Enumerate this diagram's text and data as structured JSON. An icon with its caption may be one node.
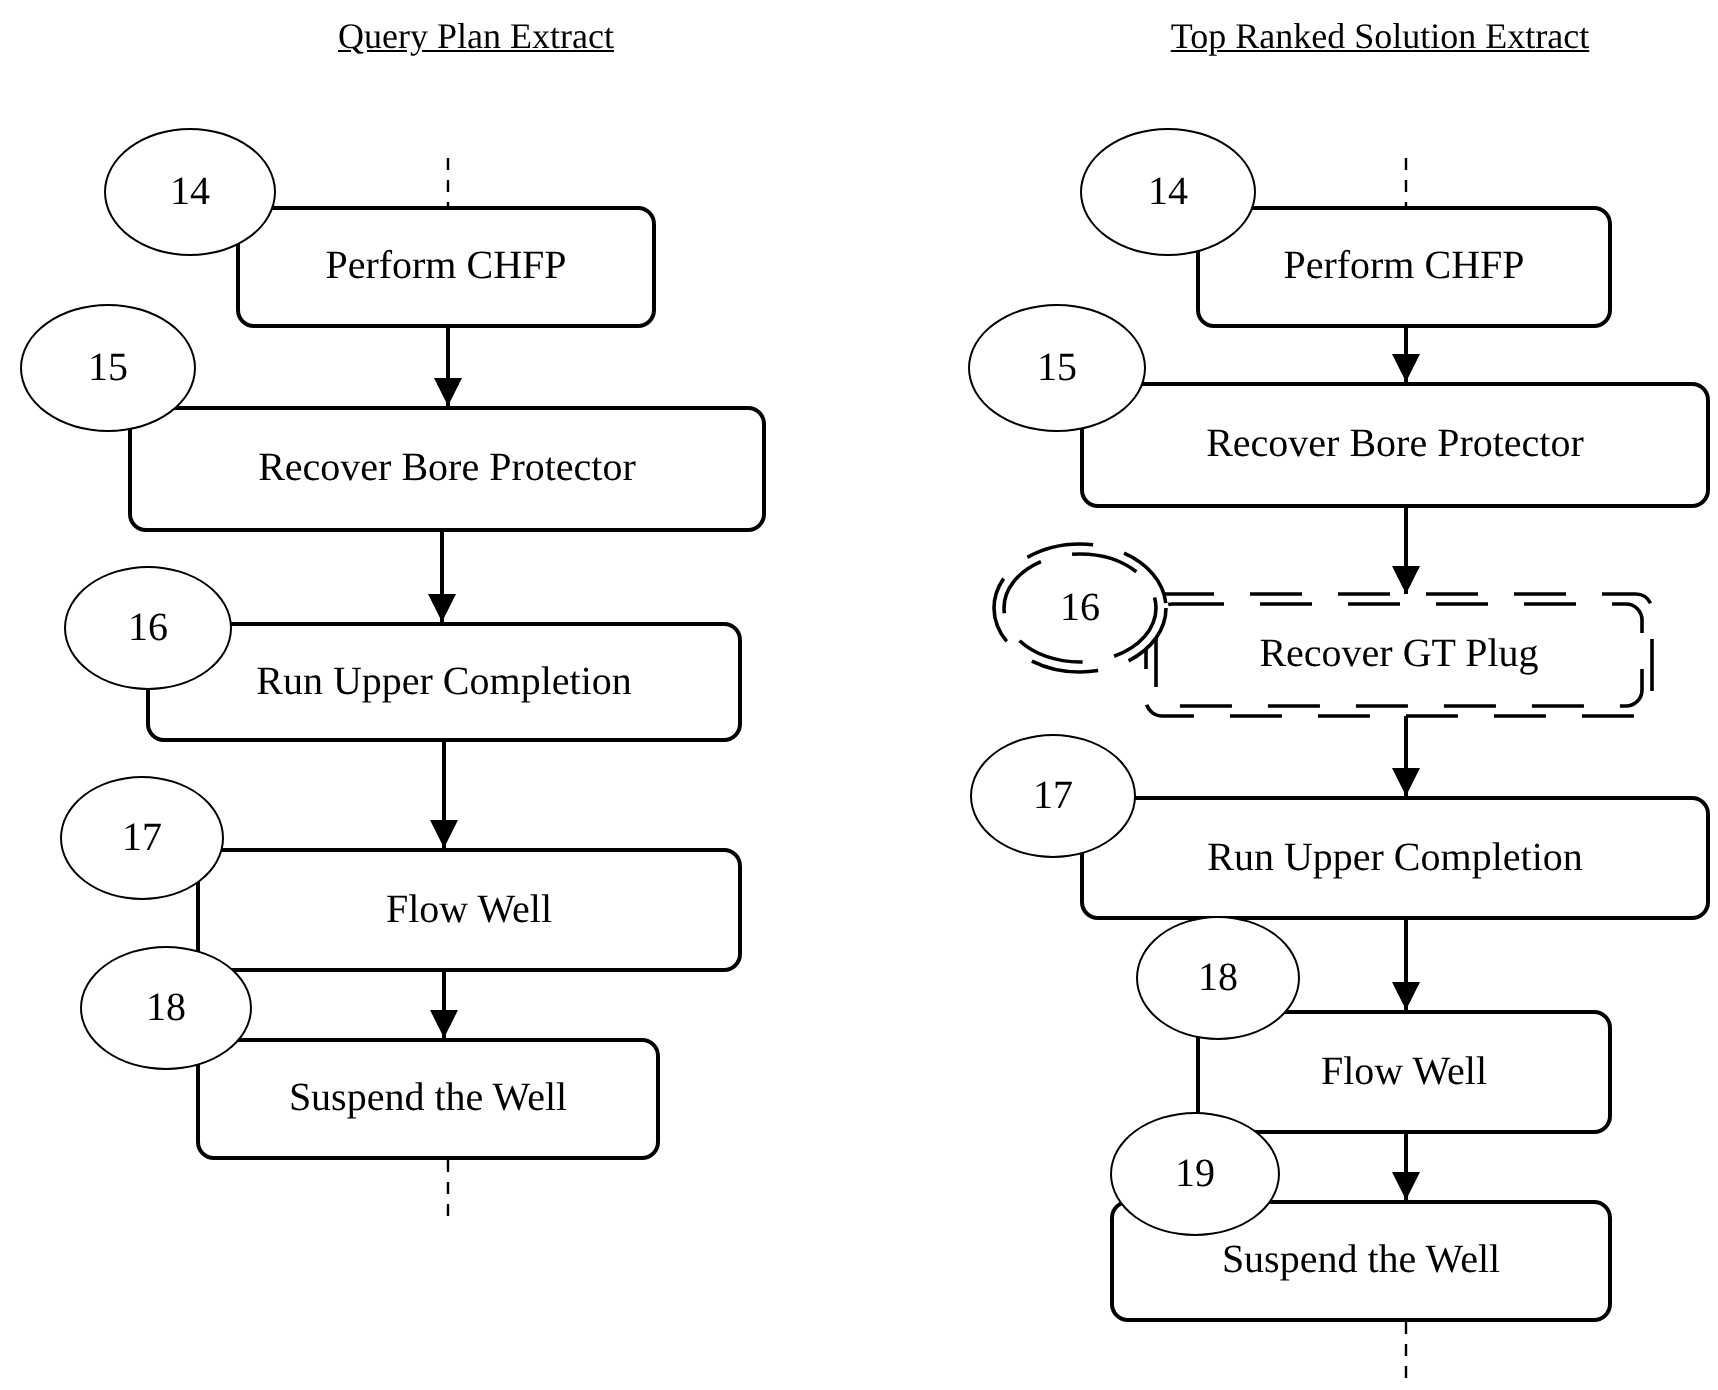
{
  "diagram": {
    "nodes": [
      {
        "text": [
          "14"
        ]
      },
      {
        "text": [
          "Perform CHFP"
        ]
      },
      {
        "text": [
          "15"
        ]
      },
      {
        "text": [
          "Recover Bore Protector"
        ]
      },
      {
        "text": [
          "16"
        ]
      },
      {
        "text": [
          "Run Upper Completion"
        ]
      },
      {
        "text": [
          "17"
        ]
      },
      {
        "text": [
          "Flow Well"
        ]
      },
      {
        "text": [
          "18"
        ]
      },
      {
        "text": [
          "Suspend the Well"
        ]
      },
      {
        "text": [
          "14"
        ]
      },
      {
        "text": [
          "Perform CHFP"
        ]
      },
      {
        "text": [
          "15"
        ]
      },
      {
        "text": [
          "Recover Bore Protector"
        ]
      },
      {
        "text": [
          "16"
        ]
      },
      {
        "text": [
          "Recover GT Plug"
        ]
      },
      {
        "text": [
          "17"
        ]
      },
      {
        "text": [
          "Run Upper Completion"
        ]
      },
      {
        "text": [
          "18"
        ]
      },
      {
        "text": [
          "Flow Well"
        ]
      },
      {
        "text": [
          "19"
        ]
      },
      {
        "text": [
          "Suspend the Well"
        ]
      }
    ],
    "edges": [
      {
        "from": null,
        "to": 1,
        "arrow": "none",
        "style": "dashed"
      },
      {
        "from": 1,
        "to": 3,
        "arrow": "to"
      },
      {
        "from": 3,
        "to": 5,
        "arrow": "to"
      },
      {
        "from": 5,
        "to": 7,
        "arrow": "to"
      },
      {
        "from": 7,
        "to": 9,
        "arrow": "to"
      },
      {
        "from": 9,
        "to": null,
        "arrow": "none",
        "style": "dashed"
      },
      {
        "from": null,
        "to": 11,
        "arrow": "none",
        "style": "dashed"
      },
      {
        "from": 11,
        "to": 13,
        "arrow": "to"
      },
      {
        "from": 13,
        "to": 15,
        "arrow": "to"
      },
      {
        "from": 15,
        "to": 17,
        "arrow": "to"
      },
      {
        "from": 17,
        "to": 19,
        "arrow": "to"
      },
      {
        "from": 19,
        "to": 21,
        "arrow": "to"
      },
      {
        "from": 21,
        "to": null,
        "arrow": "none",
        "style": "dashed"
      }
    ],
    "labels": [
      "Query Plan Extract",
      "Top Ranked Solution Extract"
    ]
  }
}
